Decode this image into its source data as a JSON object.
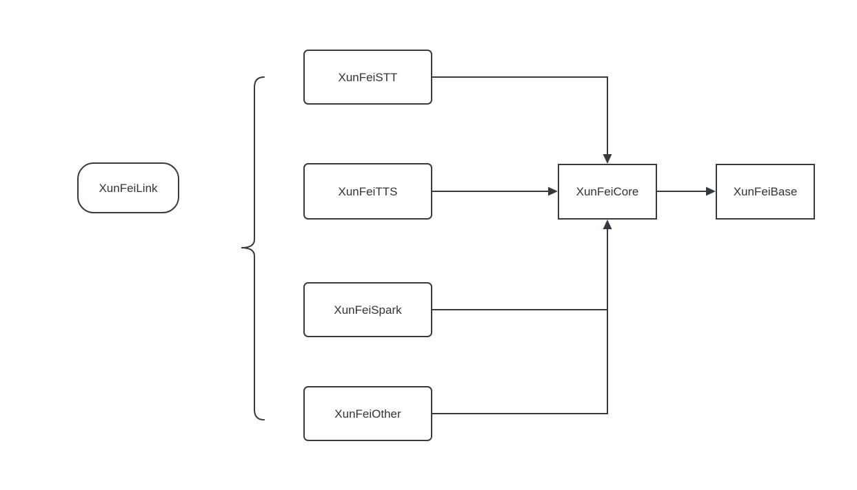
{
  "canvas": {
    "background": "#ffffff",
    "stroke_color": "#343a40",
    "text_color": "#333333"
  },
  "nodes": [
    {
      "label": "XunFeiLink",
      "shape": "rounded-pill"
    },
    {
      "label": "XunFeiSTT",
      "shape": "rounded-rect"
    },
    {
      "label": "XunFeiTTS",
      "shape": "rounded-rect"
    },
    {
      "label": "XunFeiSpark",
      "shape": "rounded-rect"
    },
    {
      "label": "XunFeiOther",
      "shape": "rounded-rect"
    },
    {
      "label": "XunFeiCore",
      "shape": "rect"
    },
    {
      "label": "XunFeiBase",
      "shape": "rect"
    }
  ],
  "connectors": [
    {
      "from": "XunFeiSTT",
      "to": "XunFeiCore",
      "arrow_enters": "top"
    },
    {
      "from": "XunFeiTTS",
      "to": "XunFeiCore",
      "arrow_enters": "left"
    },
    {
      "from": "XunFeiSpark",
      "to": "XunFeiCore",
      "arrow_enters": "bottom"
    },
    {
      "from": "XunFeiOther",
      "to": "XunFeiCore",
      "arrow_enters": "bottom"
    },
    {
      "from": "XunFeiCore",
      "to": "XunFeiBase",
      "arrow_enters": "left"
    }
  ],
  "brace": {
    "side": "left",
    "groups": [
      "XunFeiSTT",
      "XunFeiTTS",
      "XunFeiSpark",
      "XunFeiOther"
    ]
  }
}
